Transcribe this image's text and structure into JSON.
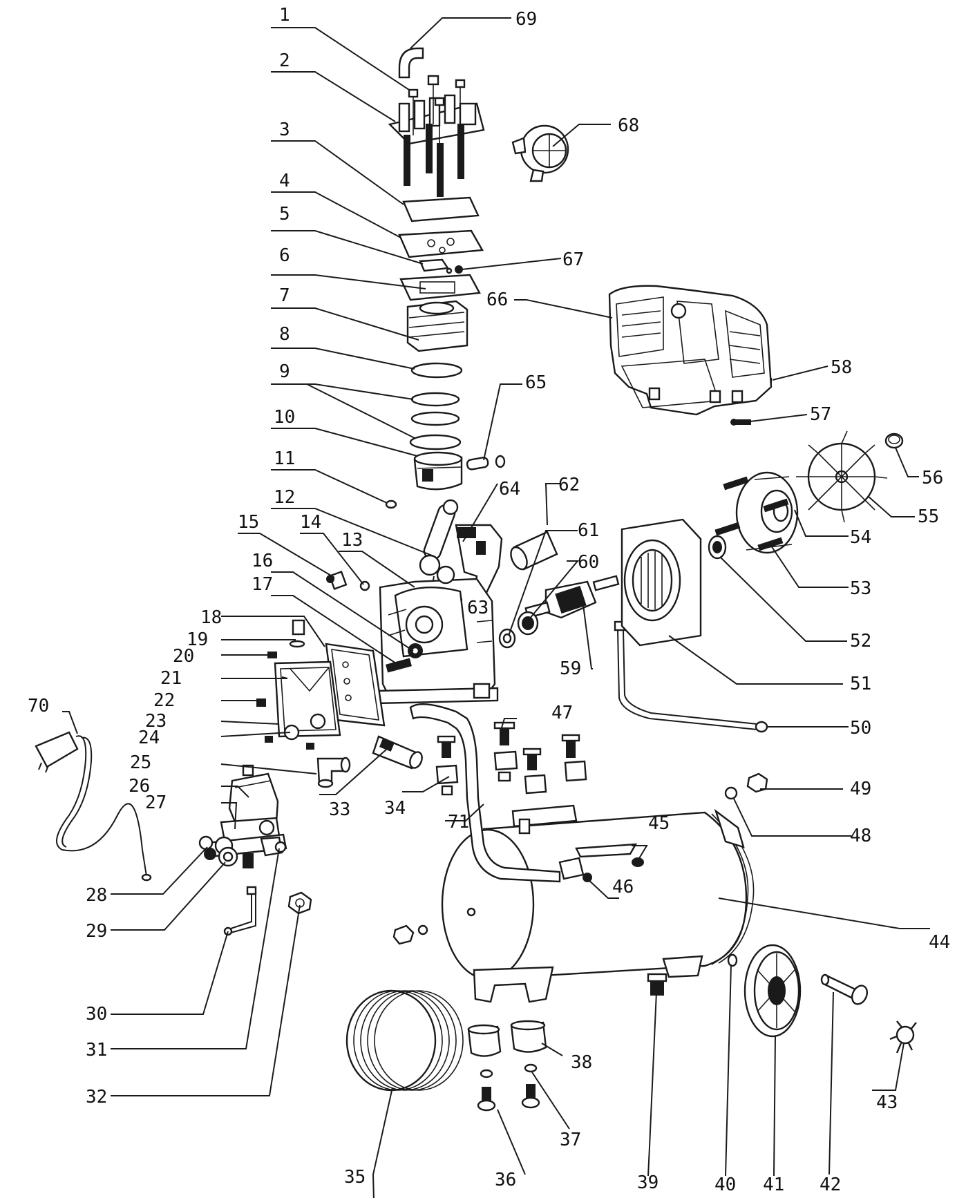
{
  "diagram": {
    "parts": [
      {
        "id": "1",
        "label": "1"
      },
      {
        "id": "2",
        "label": "2"
      },
      {
        "id": "3",
        "label": "3"
      },
      {
        "id": "4",
        "label": "4"
      },
      {
        "id": "5",
        "label": "5"
      },
      {
        "id": "6",
        "label": "6"
      },
      {
        "id": "7",
        "label": "7"
      },
      {
        "id": "8",
        "label": "8"
      },
      {
        "id": "9",
        "label": "9"
      },
      {
        "id": "10",
        "label": "10"
      },
      {
        "id": "11",
        "label": "11"
      },
      {
        "id": "12",
        "label": "12"
      },
      {
        "id": "13",
        "label": "13"
      },
      {
        "id": "14",
        "label": "14"
      },
      {
        "id": "15",
        "label": "15"
      },
      {
        "id": "16",
        "label": "16"
      },
      {
        "id": "17",
        "label": "17"
      },
      {
        "id": "18",
        "label": "18"
      },
      {
        "id": "19",
        "label": "19"
      },
      {
        "id": "20",
        "label": "20"
      },
      {
        "id": "21",
        "label": "21"
      },
      {
        "id": "22",
        "label": "22"
      },
      {
        "id": "23",
        "label": "23"
      },
      {
        "id": "24",
        "label": "24"
      },
      {
        "id": "25",
        "label": "25"
      },
      {
        "id": "26",
        "label": "26"
      },
      {
        "id": "27",
        "label": "27"
      },
      {
        "id": "28",
        "label": "28"
      },
      {
        "id": "29",
        "label": "29"
      },
      {
        "id": "30",
        "label": "30"
      },
      {
        "id": "31",
        "label": "31"
      },
      {
        "id": "32",
        "label": "32"
      },
      {
        "id": "33",
        "label": "33"
      },
      {
        "id": "34",
        "label": "34"
      },
      {
        "id": "35",
        "label": "35"
      },
      {
        "id": "36",
        "label": "36"
      },
      {
        "id": "37",
        "label": "37"
      },
      {
        "id": "38",
        "label": "38"
      },
      {
        "id": "39",
        "label": "39"
      },
      {
        "id": "40",
        "label": "40"
      },
      {
        "id": "41",
        "label": "41"
      },
      {
        "id": "42",
        "label": "42"
      },
      {
        "id": "43",
        "label": "43"
      },
      {
        "id": "44",
        "label": "44"
      },
      {
        "id": "45",
        "label": "45"
      },
      {
        "id": "46",
        "label": "46"
      },
      {
        "id": "47",
        "label": "47"
      },
      {
        "id": "48",
        "label": "48"
      },
      {
        "id": "49",
        "label": "49"
      },
      {
        "id": "50",
        "label": "50"
      },
      {
        "id": "51",
        "label": "51"
      },
      {
        "id": "52",
        "label": "52"
      },
      {
        "id": "53",
        "label": "53"
      },
      {
        "id": "54",
        "label": "54"
      },
      {
        "id": "55",
        "label": "55"
      },
      {
        "id": "56",
        "label": "56"
      },
      {
        "id": "57",
        "label": "57"
      },
      {
        "id": "58",
        "label": "58"
      },
      {
        "id": "59",
        "label": "59"
      },
      {
        "id": "60",
        "label": "60"
      },
      {
        "id": "61",
        "label": "61"
      },
      {
        "id": "62",
        "label": "62"
      },
      {
        "id": "63",
        "label": "63"
      },
      {
        "id": "64",
        "label": "64"
      },
      {
        "id": "65",
        "label": "65"
      },
      {
        "id": "66",
        "label": "66"
      },
      {
        "id": "67",
        "label": "67"
      },
      {
        "id": "68",
        "label": "68"
      },
      {
        "id": "69",
        "label": "69"
      },
      {
        "id": "70",
        "label": "70"
      },
      {
        "id": "71",
        "label": "71"
      }
    ]
  },
  "colors": {
    "line": "#1a1a1a",
    "background": "#ffffff"
  }
}
